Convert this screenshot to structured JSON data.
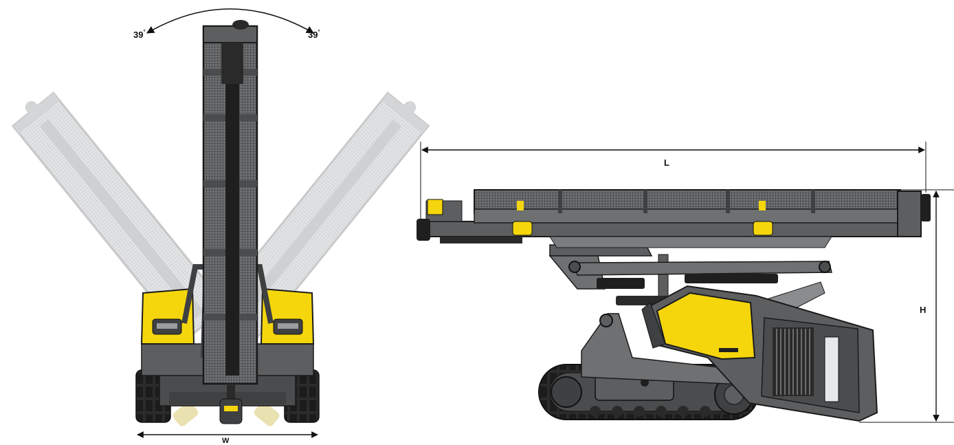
{
  "angles": {
    "left": "39",
    "right": "39",
    "unit": "°"
  },
  "dimensions": {
    "width": "W",
    "length": "L",
    "height": "H"
  },
  "colors": {
    "body_gray": "#5c5e60",
    "dark_gray": "#3e4042",
    "light_gray": "#8a8c8e",
    "accent_yellow": "#f5d60c",
    "outline": "#1a1a1a",
    "ghost": "#d9dadb"
  }
}
